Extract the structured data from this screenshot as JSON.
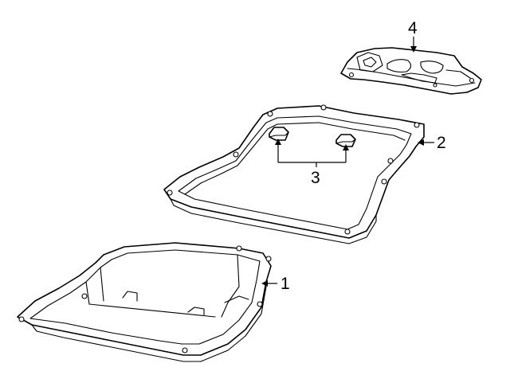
{
  "callouts": {
    "pan": "1",
    "gasket": "2",
    "magnets": "3",
    "filter": "4"
  },
  "colors": {
    "line": "#000000",
    "background": "#ffffff"
  }
}
